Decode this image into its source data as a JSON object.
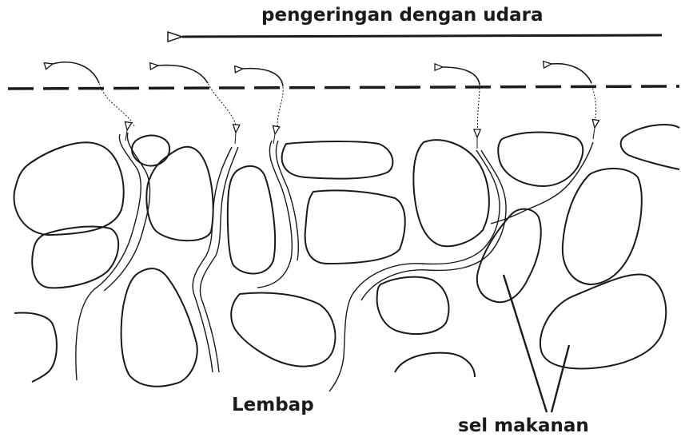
{
  "labels": {
    "title": "pengeringan dengan udara",
    "moist": "Lembap",
    "cells": "sel makanan"
  },
  "colors": {
    "ink": "#1a1a1a",
    "background": "#ffffff"
  }
}
